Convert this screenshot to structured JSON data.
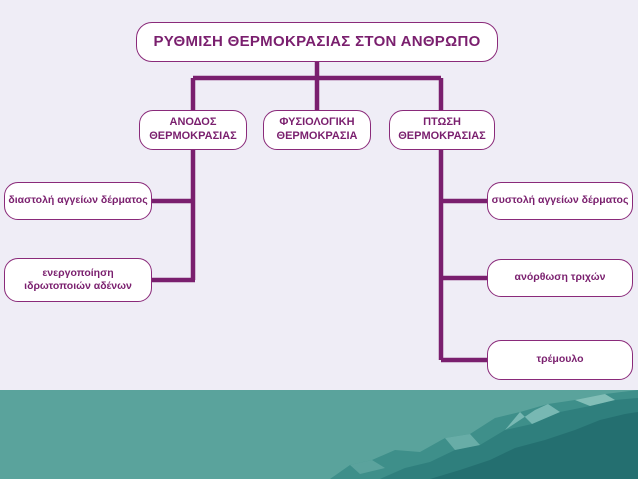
{
  "diagram": {
    "root": {
      "text": "ΡΥΘΜΙΣΗ ΘΕΡΜΟΚΡΑΣΙΑΣ ΣΤΟΝ ΑΝΘΡΩΠΟ"
    },
    "branches": {
      "rise": {
        "line1": "ΑΝΟΔΟΣ",
        "line2": "ΘΕΡΜΟΚΡΑΣΙΑΣ"
      },
      "normal": {
        "line1": "ΦΥΣΙΟΛΟΓΙΚΗ",
        "line2": "ΘΕΡΜΟΚΡΑΣΙΑ"
      },
      "fall": {
        "line1": "ΠΤΩΣΗ",
        "line2": "ΘΕΡΜΟΚΡΑΣΙΑΣ"
      }
    },
    "rise_responses": {
      "vasodilation": "διαστολή αγγείων δέρματος",
      "sweat_line1": "ενεργοποίηση",
      "sweat_line2": "ιδρωτοποιών αδένων"
    },
    "fall_responses": {
      "vasoconstriction": "συστολή αγγείων δέρματος",
      "piloerection": "ανόρθωση τριχών",
      "shivering": "τρέμουλο"
    }
  },
  "colors": {
    "background": "#efedf6",
    "connector": "#7a1f6e",
    "node_border": "#8a2a7a",
    "node_text": "#7a1f6e",
    "band_teal": "#5aa39c"
  }
}
